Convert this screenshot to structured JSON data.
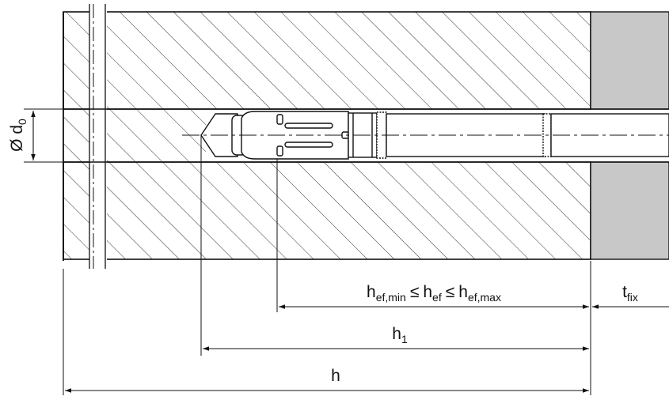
{
  "diagram": {
    "title": "",
    "labels": {
      "bore_diameter": {
        "symbol": "Ø d",
        "sub": "0"
      },
      "effective_depth": {
        "min_base": "h",
        "min_sub": "ef,min",
        "op1": "≤",
        "mid_base": "h",
        "mid_sub": "ef",
        "op2": "≤",
        "max_base": "h",
        "max_sub": "ef,max"
      },
      "fixture_thickness": {
        "base": "t",
        "sub": "fix"
      },
      "hole_depth": {
        "base": "h",
        "sub": "1"
      },
      "member_thickness": {
        "base": "h"
      }
    },
    "colors": {
      "line": "#111111",
      "hatch": "#333333",
      "fixture_fill": "#c8c8c8",
      "anchor_fill": "#ffffff"
    }
  }
}
